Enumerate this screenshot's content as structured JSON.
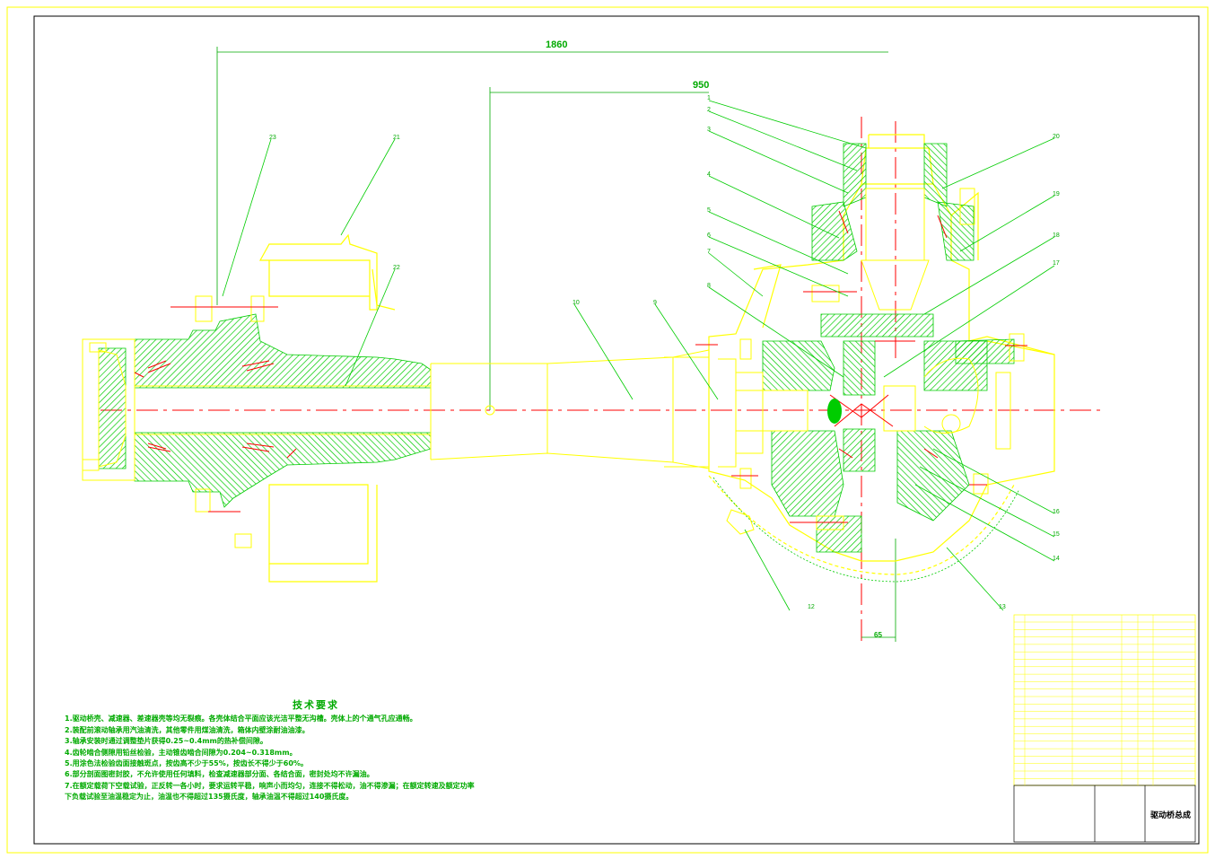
{
  "drawing": {
    "title": "驱动桥总成",
    "dimensions": {
      "overall_length": "1860",
      "half_length": "950",
      "bottom_offset": "65"
    },
    "part_labels": [
      "1",
      "2",
      "3",
      "4",
      "5",
      "6",
      "7",
      "8",
      "9",
      "10",
      "12",
      "13",
      "14",
      "15",
      "16",
      "17",
      "18",
      "19",
      "20",
      "21",
      "22",
      "23"
    ],
    "tech_requirements": {
      "heading": "技术要求",
      "items": [
        "1.驱动桥壳、减速器、差速器壳等均无裂痕。各壳体结合平面应该光洁平整无沟槽。壳体上的个通气孔应通畅。",
        "2.装配前滚动轴承用汽油清洗，其他零件用煤油清洗，箱体内壁涂耐油油漆。",
        "3.轴承安装时通过调整垫片获得0.25~0.4mm的热补偿间隙。",
        "4.齿轮啮合侧隙用铅丝检验，主动锥齿啮合间隙为0.204~0.318mm。",
        "5.用涂色法检验齿面接触斑点，按齿高不少于55%，按齿长不得少于60%。",
        "6.部分剖面图密封胶，不允许使用任何填料，检查减速器部分面、各结合面，密封处均不许漏油。",
        "7.在额定载荷下空载试验，正反转一各小时，要求运转平稳，响声小而均匀，连接不得松动，油不得渗漏；在额定转速及额定功率",
        "下负载试验至油温稳定为止，油温也不得超过135摄氏度，轴承油温不得超过140摄氏度。"
      ]
    },
    "colors": {
      "frame": "#ffff00",
      "outline": "#000000",
      "section": "#00cc00",
      "centerline": "#ff0000",
      "dimension": "#00aa00"
    }
  }
}
